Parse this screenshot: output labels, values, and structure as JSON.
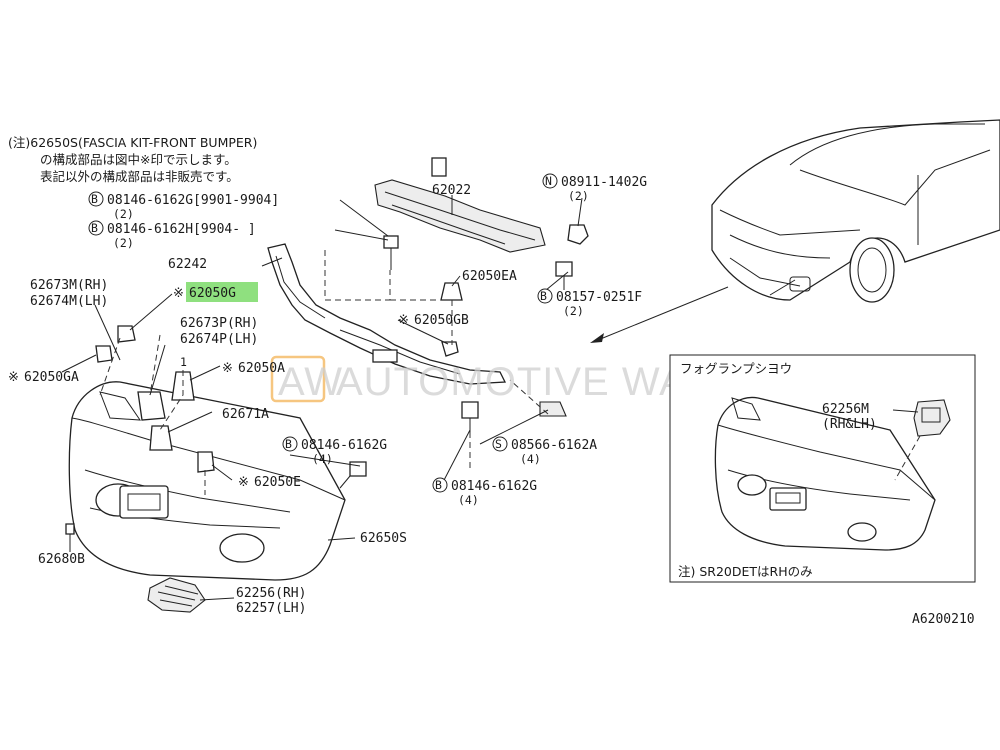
{
  "notes": {
    "line1": "(注)62650S(FASCIA KIT-FRONT BUMPER)",
    "line2": "の構成部品は図中※印で示します。",
    "line3": "表記以外の構成部品は非販売です。"
  },
  "callouts": {
    "bolt_g": "08146-6162G[9901-9904]",
    "bolt_g_qty": "(2)",
    "bolt_h": "08146-6162H[9904-      ]",
    "bolt_h_qty": "(2)",
    "p62022": "62022",
    "nut_n": "08911-1402G",
    "nut_n_qty": "(2)",
    "p62242": "62242",
    "p62050G": "62050G",
    "p62673M": "62673M(RH)",
    "p62674M": "62674M(LH)",
    "p62050EA": "62050EA",
    "bolt_f": "08157-0251F",
    "bolt_f_qty": "(2)",
    "p62050GB": "62050GB",
    "p62673P": "62673P(RH)",
    "p62674P": "62674P(LH)",
    "p62050GA": "62050GA",
    "p62050A": "62050A",
    "p62671A": "62671A",
    "bolt_g2": "08146-6162G",
    "bolt_g2_qty": "(4)",
    "screw_a": "08566-6162A",
    "screw_a_qty": "(4)",
    "p62050E": "62050E",
    "bolt_g3": "08146-6162G",
    "bolt_g3_qty": "(4)",
    "p62680B": "62680B",
    "p62650S": "62650S",
    "p62256": "62256(RH)",
    "p62257": "62257(LH)",
    "marker_1": "1",
    "mark_star": "※",
    "circle_b": "B",
    "circle_n": "N",
    "circle_s": "S"
  },
  "inset": {
    "title": "フォグランプシヨウ",
    "part": "62256M",
    "part_qty": "(RH&LH)",
    "footnote": "注) SR20DETはRHのみ"
  },
  "watermark": {
    "badge": "AW",
    "text": "AUTOMOTIVE WAREHOUSE"
  },
  "diagram_code": "A6200210",
  "colors": {
    "highlight": "#8fe07f",
    "ink": "#222222",
    "watermark_badge": "#f4b860"
  }
}
